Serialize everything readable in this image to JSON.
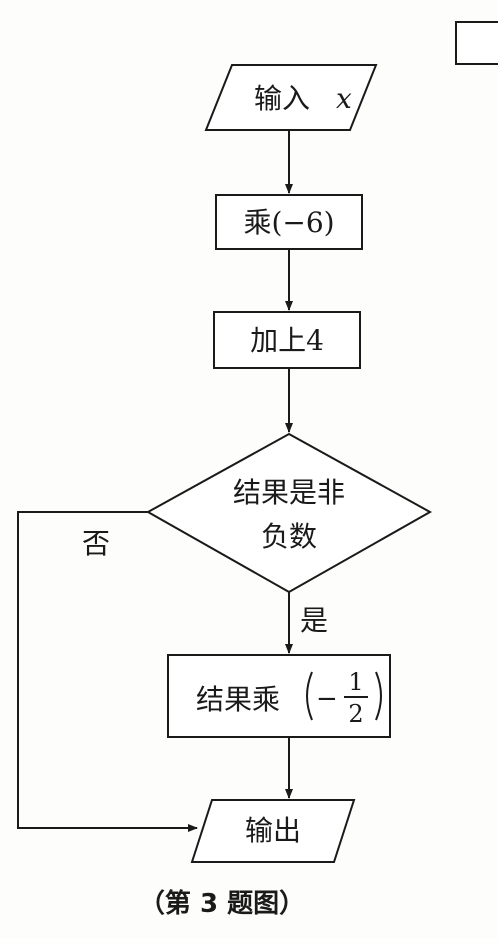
{
  "flowchart": {
    "input_label": "输入",
    "input_var": "x",
    "step_multiply": "乘(−6)",
    "step_add": "加上4",
    "decision_line1": "结果是非",
    "decision_line2": "负数",
    "branch_no": "否",
    "branch_yes": "是",
    "step_result_prefix": "结果乘",
    "fraction_sign": "−",
    "fraction_numerator": "1",
    "fraction_denominator": "2",
    "output_label": "输出"
  },
  "caption": "（第 3 题图）"
}
